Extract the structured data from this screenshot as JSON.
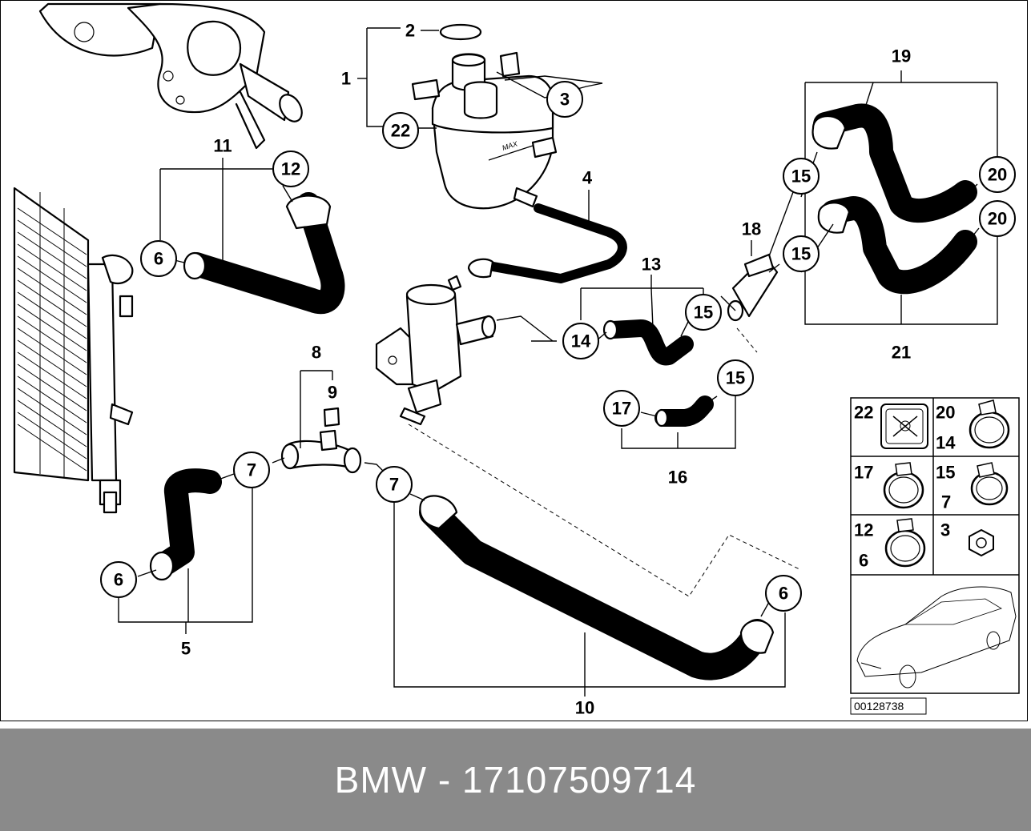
{
  "diagram": {
    "code": "00128738",
    "callouts": [
      {
        "id": "c2",
        "label": "2",
        "circled": false
      },
      {
        "id": "c1",
        "label": "1",
        "circled": false
      },
      {
        "id": "c3",
        "label": "3",
        "circled": true
      },
      {
        "id": "c22",
        "label": "22",
        "circled": true
      },
      {
        "id": "c4",
        "label": "4",
        "circled": false
      },
      {
        "id": "c11",
        "label": "11",
        "circled": false
      },
      {
        "id": "c12",
        "label": "12",
        "circled": true
      },
      {
        "id": "c6a",
        "label": "6",
        "circled": true
      },
      {
        "id": "c19",
        "label": "19",
        "circled": false
      },
      {
        "id": "c15a",
        "label": "15",
        "circled": true
      },
      {
        "id": "c20a",
        "label": "20",
        "circled": true
      },
      {
        "id": "c20b",
        "label": "20",
        "circled": true
      },
      {
        "id": "c18",
        "label": "18",
        "circled": false
      },
      {
        "id": "c15b",
        "label": "15",
        "circled": true
      },
      {
        "id": "c21",
        "label": "21",
        "circled": false
      },
      {
        "id": "c13",
        "label": "13",
        "circled": false
      },
      {
        "id": "c14",
        "label": "14",
        "circled": true
      },
      {
        "id": "c15c",
        "label": "15",
        "circled": true
      },
      {
        "id": "c15d",
        "label": "15",
        "circled": true
      },
      {
        "id": "c17",
        "label": "17",
        "circled": true
      },
      {
        "id": "c16",
        "label": "16",
        "circled": false
      },
      {
        "id": "c8",
        "label": "8",
        "circled": false
      },
      {
        "id": "c9",
        "label": "9",
        "circled": false
      },
      {
        "id": "c7a",
        "label": "7",
        "circled": true
      },
      {
        "id": "c7b",
        "label": "7",
        "circled": true
      },
      {
        "id": "c6b",
        "label": "6",
        "circled": true
      },
      {
        "id": "c5",
        "label": "5",
        "circled": false
      },
      {
        "id": "c6c",
        "label": "6",
        "circled": true
      },
      {
        "id": "c10",
        "label": "10",
        "circled": false
      }
    ],
    "legend": {
      "cells": [
        {
          "id": "l1",
          "labels": [
            "22"
          ]
        },
        {
          "id": "l2",
          "labels": [
            "20",
            "14"
          ]
        },
        {
          "id": "l3",
          "labels": [
            "17"
          ]
        },
        {
          "id": "l4",
          "labels": [
            "15",
            "7"
          ]
        },
        {
          "id": "l5",
          "labels": [
            "12",
            "6"
          ]
        },
        {
          "id": "l6",
          "labels": [
            "3"
          ]
        }
      ]
    }
  },
  "footer": {
    "title": "BMW - 17107509714"
  },
  "colors": {
    "footer_background": "#8a8a8a",
    "footer_text": "#ffffff",
    "line_art": "#000000"
  }
}
